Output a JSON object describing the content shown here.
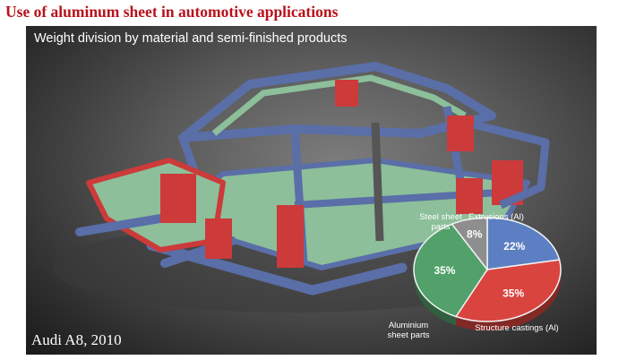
{
  "page": {
    "title": "Use of aluminum sheet in automotive applications"
  },
  "figure": {
    "subtitle": "Weight division by material and semi-finished products",
    "caption": "Audi A8, 2010"
  },
  "colors": {
    "title": "#b8121b",
    "extrusions": "#5b7fc2",
    "structure_castings": "#d9443f",
    "aluminium_sheet": "#52a06a",
    "steel_sheet": "#8e8e8e",
    "frame_blue": "#5a6ea8",
    "frame_red": "#cc3a3a",
    "frame_green": "#8cbf9a"
  },
  "chart_data": {
    "type": "pie",
    "title": "",
    "slices": [
      {
        "label": "Extrusions (Al)",
        "value": 22,
        "display": "22%",
        "color": "#5b7fc2"
      },
      {
        "label": "Structure castings (Al)",
        "value": 35,
        "display": "35%",
        "color": "#d9443f"
      },
      {
        "label": "Aluminium sheet parts",
        "value": 35,
        "display": "35%",
        "color": "#52a06a"
      },
      {
        "label": "Steel sheet parts",
        "value": 8,
        "display": "8%",
        "color": "#8e8e8e"
      }
    ],
    "legend": "labels beside slices"
  }
}
